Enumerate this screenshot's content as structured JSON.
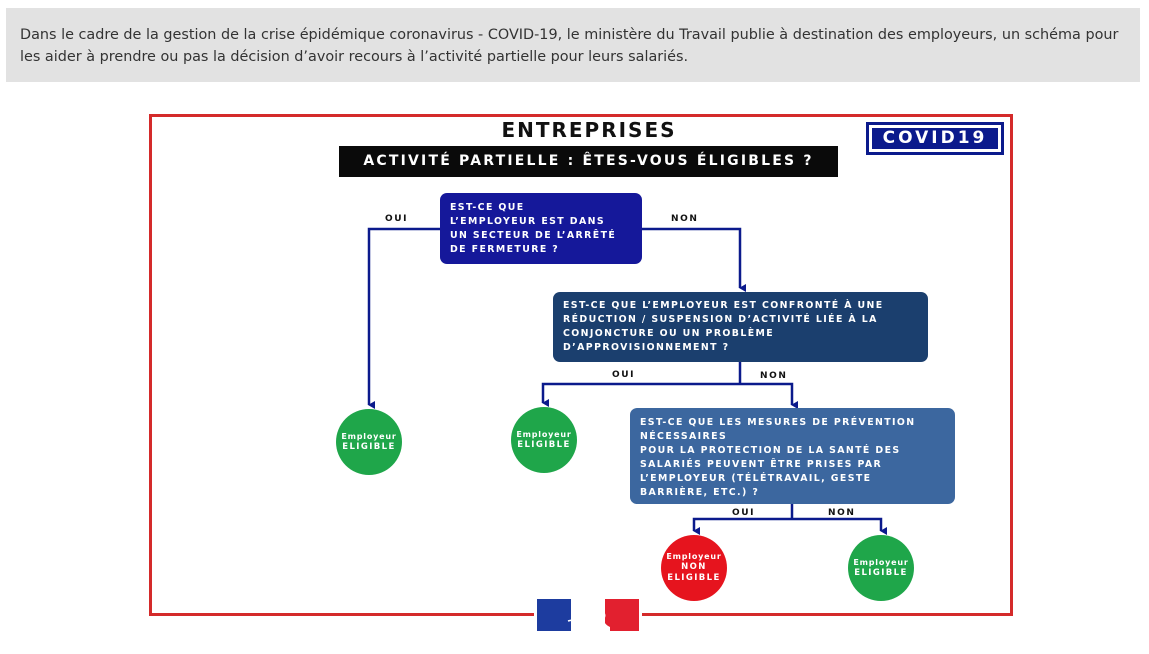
{
  "intro": {
    "text": "Dans le cadre de la gestion de la crise épidémique coronavirus - COVID-19, le ministère du Travail publie à destination des employeurs, un schéma pour les aider à prendre ou pas la décision d’avoir recours à l’activité partielle pour leurs salariés."
  },
  "diagram": {
    "title": "ENTREPRISES",
    "subtitle": "ACTIVITÉ PARTIELLE : ÊTES-VOUS ÉLIGIBLES ?",
    "badge": "COVID19",
    "q1": "EST-CE QUE\nL’EMPLOYEUR EST DANS\nUN SECTEUR DE L’ARRÊTÉ\nDE FERMETURE ?",
    "q2": "EST-CE QUE L’EMPLOYEUR EST CONFRONTÉ À UNE\nRÉDUCTION / SUSPENSION D’ACTIVITÉ LIÉE À LA\nCONJONCTURE OU UN PROBLÈME\nD’APPROVISIONNEMENT ?",
    "q3": "EST-CE QUE LES MESURES DE PRÉVENTION\nNÉCESSAIRES\nPOUR LA PROTECTION DE LA SANTÉ DES\nSALARIÉS PEUVENT ÊTRE PRISES PAR\nL’EMPLOYEUR (TÉLÉTRAVAIL, GESTE\nBARRIÈRE, ETC.) ?",
    "labels": {
      "q1_yes": "OUI",
      "q1_no": "NON",
      "q2_yes": "OUI",
      "q2_no": "NON",
      "q3_yes": "OUI",
      "q3_no": "NON"
    },
    "outcomes": {
      "o1": {
        "line1": "Employeur",
        "line2": "ELIGIBLE"
      },
      "o2": {
        "line1": "Employeur",
        "line2": "ELIGIBLE"
      },
      "o3": {
        "line1": "Employeur",
        "line2": "NON",
        "line3": "ELIGIBLE"
      },
      "o4": {
        "line1": "Employeur",
        "line2": "ELIGIBLE"
      }
    },
    "colors": {
      "frame": "#d42a2a",
      "connector": "#0b1a8c",
      "eligible": "#1fa64a",
      "not_eligible": "#e6141e"
    },
    "logo": "marianne-logo"
  }
}
